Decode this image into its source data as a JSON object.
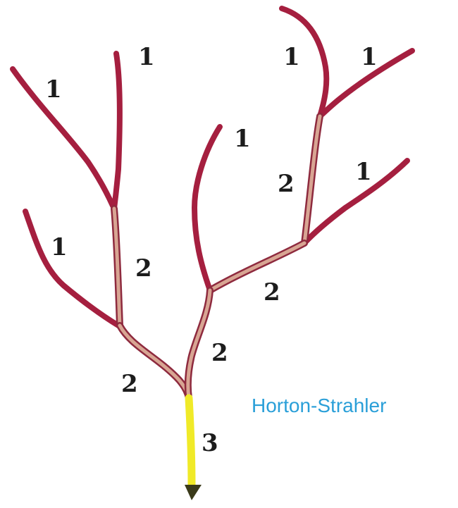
{
  "diagram": {
    "title": "Horton-Strahler",
    "colors": {
      "order1": "#a51f3f",
      "order2_core": "#d8a593",
      "order2_edge": "#8e2a3e",
      "order3": "#f0ea28",
      "label": "#1c1c1c",
      "title": "#2a9fd8"
    },
    "stream_orders": {
      "left_outer_1": "1",
      "left_top_1": "1",
      "left_lower_1": "1",
      "middle_top_1": "1",
      "right_top_a_1": "1",
      "right_top_b_1": "1",
      "right_mid_1": "1",
      "left_mid_2": "2",
      "left_trunk_2": "2",
      "right_upper_2": "2",
      "right_connector_2": "2",
      "center_trunk_2": "2",
      "outlet_3": "3"
    }
  }
}
